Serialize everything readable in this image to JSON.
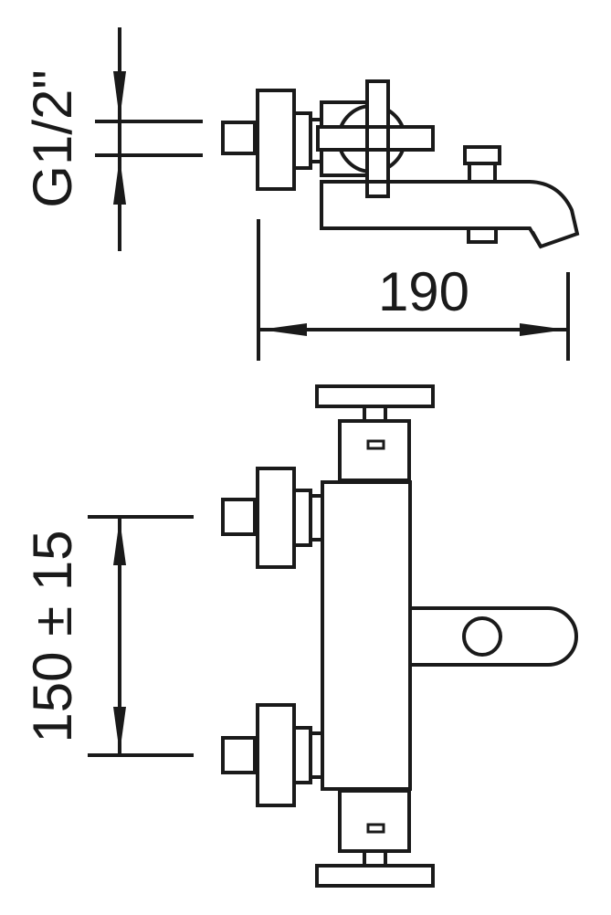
{
  "dimensions": {
    "thread_size": "G1/2\"",
    "overall_length": "190",
    "inlet_spacing": "150 ± 15"
  }
}
